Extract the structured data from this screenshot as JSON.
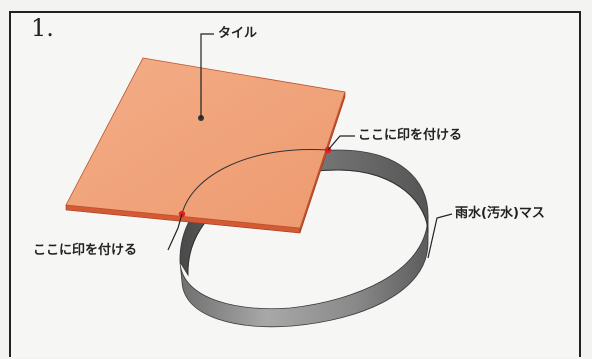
{
  "step_number": "1.",
  "labels": {
    "tile": "タイル",
    "mark_top": "ここに印を付ける",
    "mark_bottom": "ここに印を付ける",
    "rainwater_basin": "雨水(汚水)マス"
  },
  "colors": {
    "tile_face": "#f0a37a",
    "tile_edge": "#d0542e",
    "ring_outer": "#8f8f8f",
    "ring_inner": "#5e5e5e",
    "mark_dot": "#e02020"
  }
}
